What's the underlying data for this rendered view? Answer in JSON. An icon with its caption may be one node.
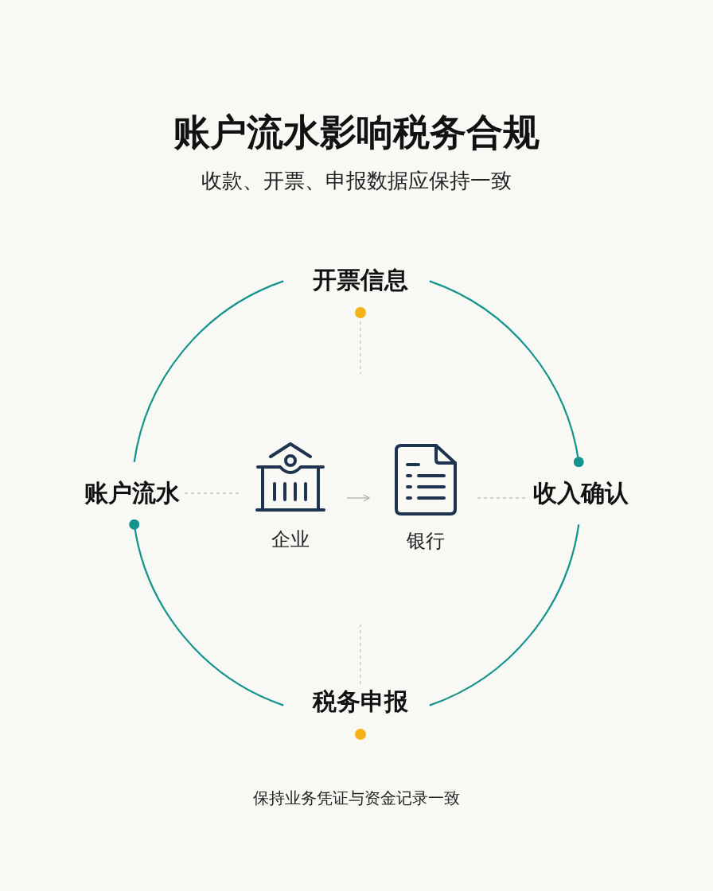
{
  "diagram": {
    "title": "账户流水影响税务合规",
    "caption": "保持业务凭证与资金记录一致",
    "labels": [
      "收款、开票、申报数据应保持一致"
    ],
    "nodes": [
      {
        "text": [
          "开票信息"
        ]
      },
      {
        "text": [
          "收入确认"
        ]
      },
      {
        "text": [
          "税务申报"
        ]
      },
      {
        "text": [
          "账户流水"
        ]
      },
      {
        "text": [
          "企业"
        ]
      },
      {
        "text": [
          "银行"
        ]
      }
    ],
    "edges": [
      {
        "from": 0,
        "to": 1,
        "arrow": "other"
      },
      {
        "from": 1,
        "to": 2,
        "arrow": "none"
      },
      {
        "from": 2,
        "to": 3,
        "arrow": "other"
      },
      {
        "from": 3,
        "to": 0,
        "arrow": "none"
      },
      {
        "from": 3,
        "to": 4,
        "arrow": "none",
        "style": "dashed",
        "color": "#c4c4c4"
      },
      {
        "from": 4,
        "to": 5,
        "arrow": "to",
        "color": "#b0b0b0"
      },
      {
        "from": 5,
        "to": 1,
        "arrow": "none",
        "style": "dashed",
        "color": "#c4c4c4"
      },
      {
        "from": 0,
        "to": null,
        "arrow": "none",
        "style": "dashed",
        "color": "#c4c4c4"
      },
      {
        "from": 2,
        "to": null,
        "arrow": "none",
        "style": "dashed",
        "color": "#c4c4c4"
      }
    ]
  }
}
